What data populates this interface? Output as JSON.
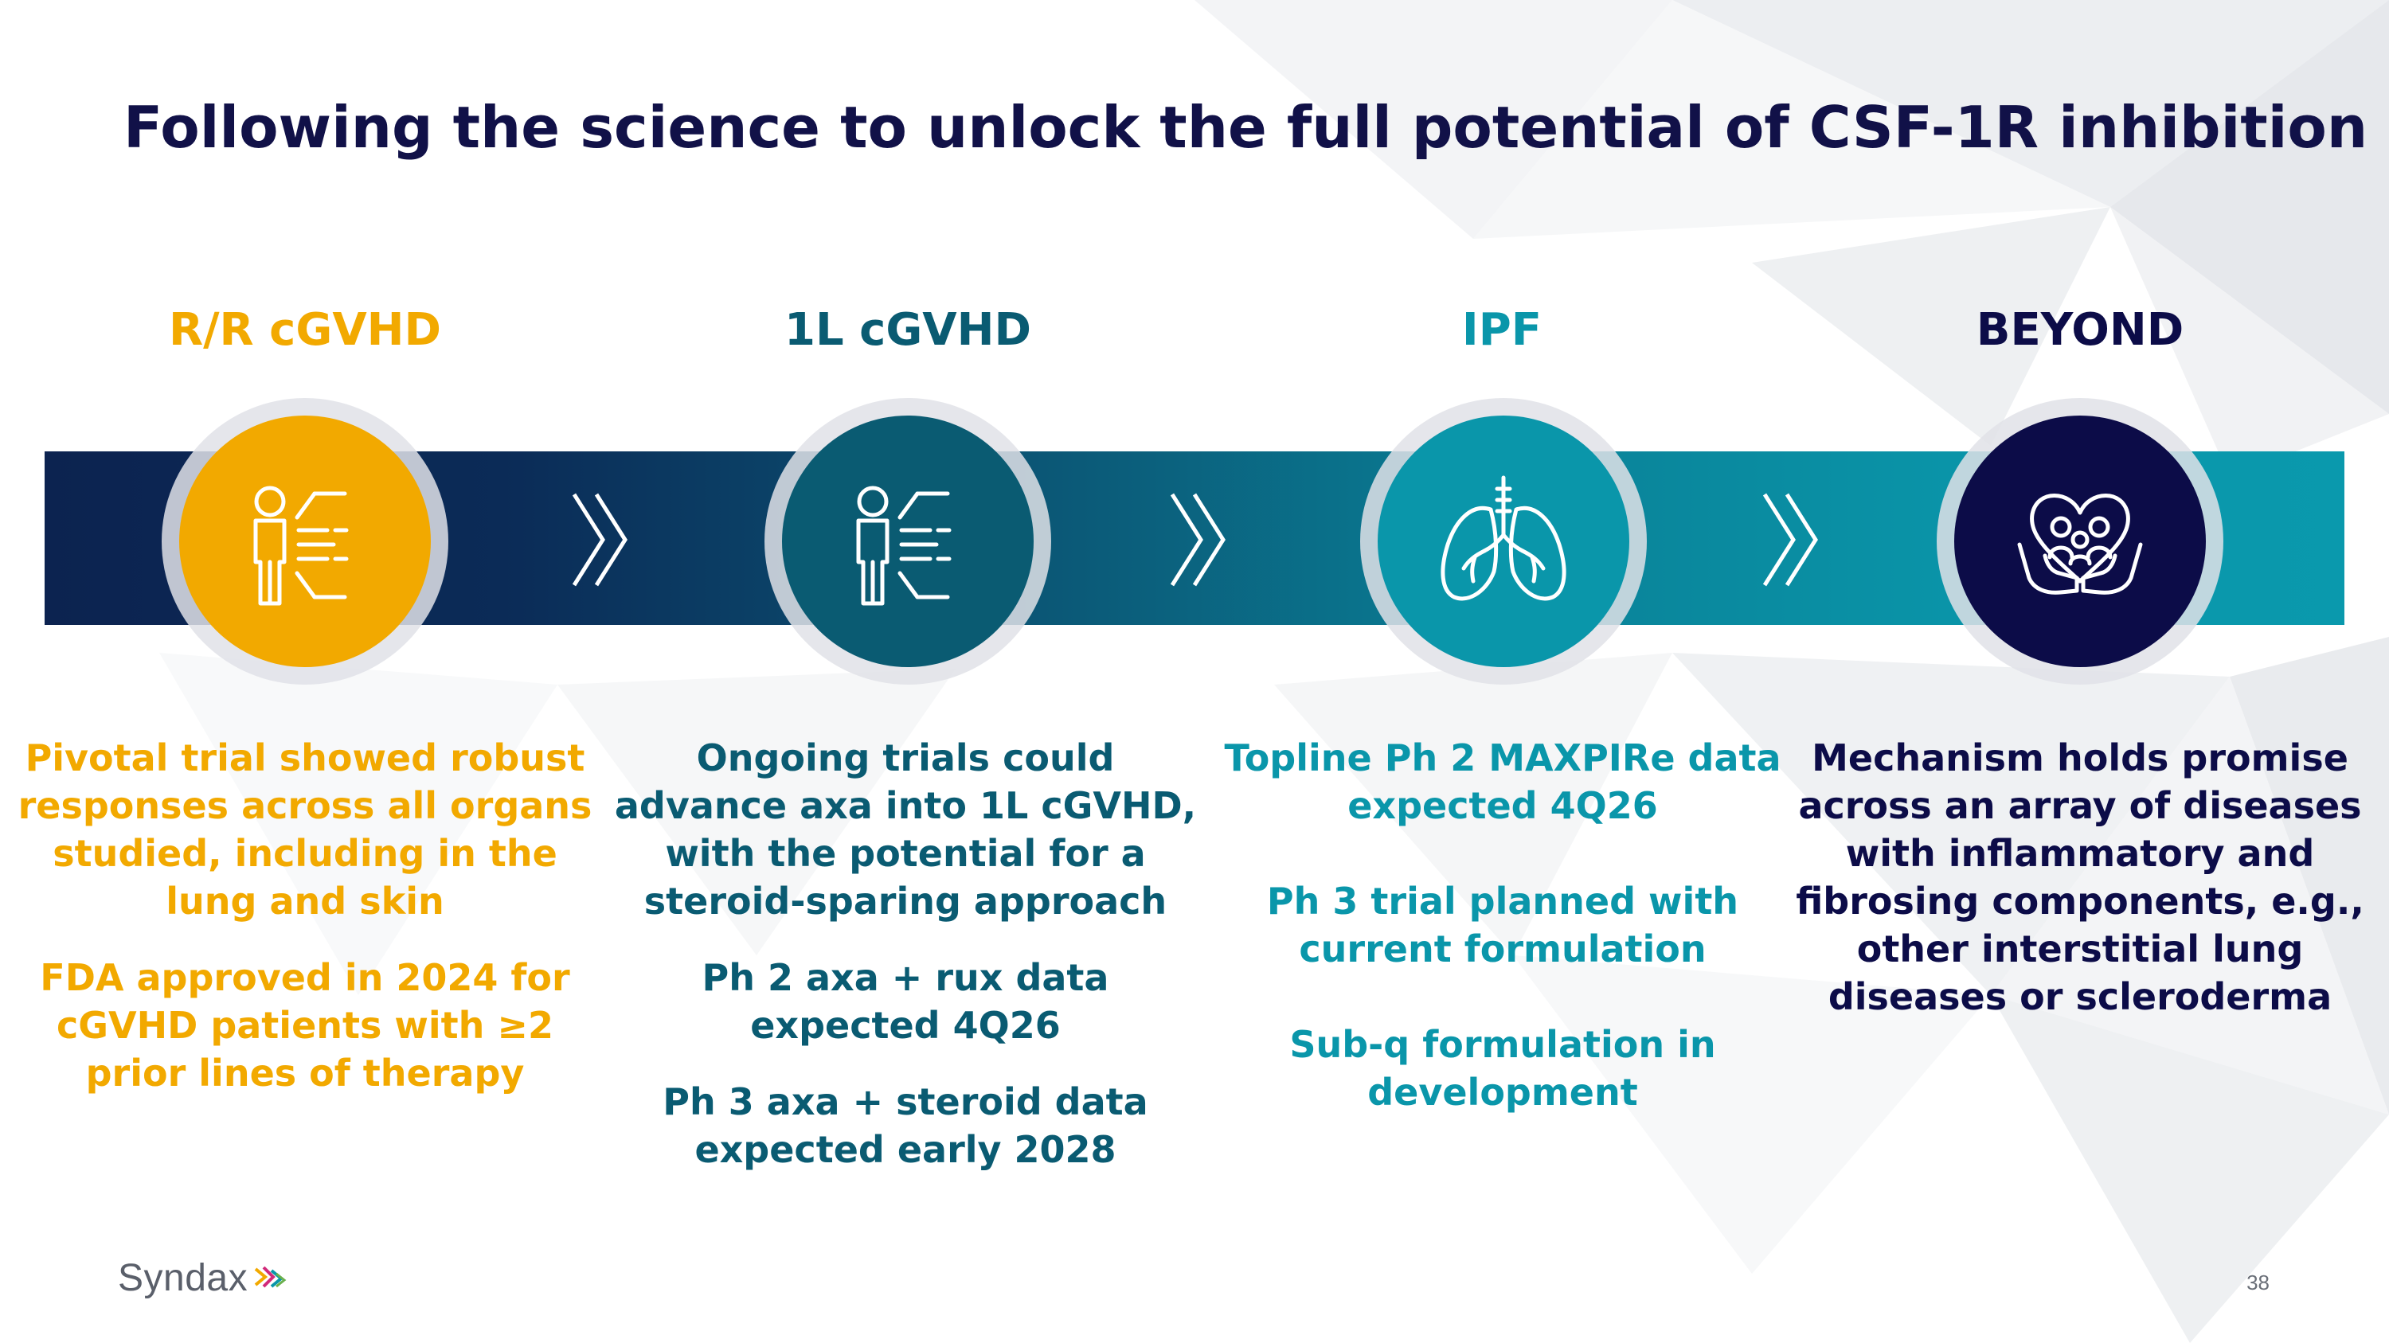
{
  "slide": {
    "title": "Following the science to unlock the full potential of CSF-1R inhibition",
    "page_number": "38"
  },
  "brand": {
    "name": "Syndax"
  },
  "colors": {
    "navy": "#111148",
    "gold": "#f2a900",
    "teal_dark": "#0a5b72",
    "teal": "#0a96aa",
    "deep_indigo": "#0c0c48"
  },
  "stages": [
    {
      "heading": "R/R cGVHD",
      "color": "#f2a900",
      "icon": "person-branching-icon",
      "paragraphs": [
        "Pivotal trial showed robust responses across all organs studied, including in the lung and skin",
        "FDA approved in 2024 for cGVHD patients with ≥2 prior lines of therapy"
      ]
    },
    {
      "heading": "1L cGVHD",
      "color": "#0a5b72",
      "icon": "person-branching-icon",
      "paragraphs": [
        "Ongoing trials could advance axa into 1L cGVHD, with the potential for a steroid-sparing approach",
        "Ph 2 axa + rux data expected 4Q26",
        "Ph 3 axa + steroid data expected early 2028"
      ]
    },
    {
      "heading": "IPF",
      "color": "#0a96aa",
      "icon": "lungs-icon",
      "paragraphs": [
        "Topline Ph 2 MAXPIRe data expected 4Q26",
        "Ph 3 trial planned with current formulation",
        "Sub-q formulation in development"
      ]
    },
    {
      "heading": "BEYOND",
      "color": "#0c0c48",
      "icon": "family-heart-hands-icon",
      "paragraphs": [
        "Mechanism holds promise across an array of diseases with inflammatory and fibrosing components, e.g., other interstitial lung diseases or scleroderma"
      ]
    }
  ]
}
